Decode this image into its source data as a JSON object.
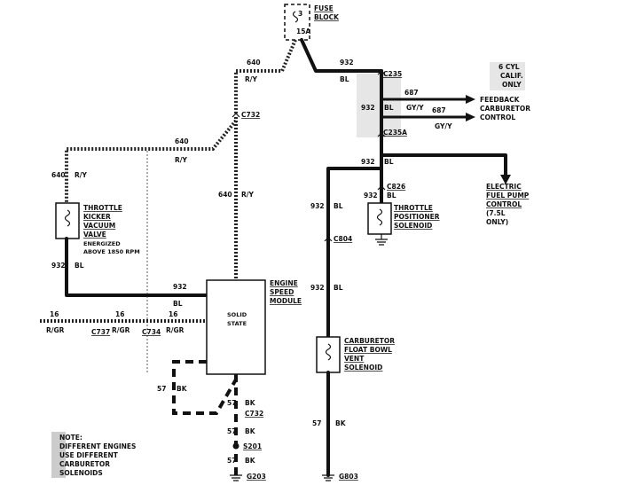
{
  "fuse_block": {
    "title_line1": "FUSE",
    "title_line2": "BLOCK",
    "number": "3",
    "rating": "15A"
  },
  "wires": {
    "w640": "640",
    "ry": "R/Y",
    "w932": "932",
    "bl": "BL",
    "w687": "687",
    "gyy": "GY/Y",
    "w57": "57",
    "bk": "BK",
    "w16": "16",
    "rgr": "R/GR"
  },
  "connectors": {
    "c235": "C235",
    "c235a": "C235A",
    "c732": "C732",
    "c826": "C826",
    "c804": "C804",
    "c737": "C737",
    "c734": "C734",
    "s201": "S201",
    "g203": "G203",
    "g803": "G803"
  },
  "components": {
    "calif_line1": "6 CYL",
    "calif_line2": "CALIF.",
    "calif_line3": "ONLY",
    "feedback_line1": "FEEDBACK",
    "feedback_line2": "CARBURETOR",
    "feedback_line3": "CONTROL",
    "efp_line1": "ELECTRIC",
    "efp_line2": "FUEL PUMP",
    "efp_line3": "CONTROL",
    "efp_line4": "(7.5L",
    "efp_line5": "ONLY)",
    "tps_line1": "THROTTLE",
    "tps_line2": "POSITIONER",
    "tps_line3": "SOLENOID",
    "tkv_line1": "THROTTLE",
    "tkv_line2": "KICKER",
    "tkv_line3": "VACUUM",
    "tkv_line4": "VALVE",
    "tkv_note1": "ENERGIZED",
    "tkv_note2": "ABOVE 1850 RPM",
    "esm_line1": "ENGINE",
    "esm_line2": "SPEED",
    "esm_line3": "MODULE",
    "solid_line1": "SOLID",
    "solid_line2": "STATE",
    "cfb_line1": "CARBURETOR",
    "cfb_line2": "FLOAT BOWL",
    "cfb_line3": "VENT",
    "cfb_line4": "SOLENOID"
  },
  "note": {
    "line1": "NOTE:",
    "line2": "DIFFERENT ENGINES",
    "line3": "USE DIFFERENT",
    "line4": "CARBURETOR",
    "line5": "SOLENOIDS"
  }
}
